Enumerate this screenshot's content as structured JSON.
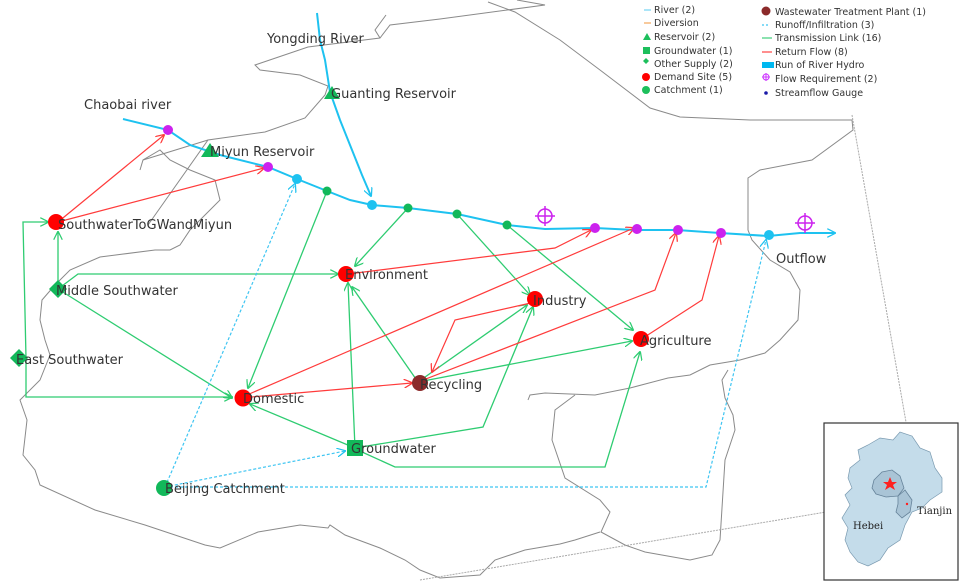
{
  "legend": {
    "column1": [
      {
        "label": "River (2)",
        "icon": "river-line",
        "color": "#5ad2f4"
      },
      {
        "label": "Diversion",
        "icon": "diversion-line",
        "color": "#f5b97a"
      },
      {
        "label": "Reservoir (2)",
        "icon": "triangle",
        "color": "#1dbf5c"
      },
      {
        "label": "Groundwater (1)",
        "icon": "square",
        "color": "#1dbf5c"
      },
      {
        "label": "Other Supply (2)",
        "icon": "diamond",
        "color": "#1dbf5c"
      },
      {
        "label": "Demand Site (5)",
        "icon": "circle",
        "color": "#ff0000"
      },
      {
        "label": "Catchment (1)",
        "icon": "circle",
        "color": "#1dbf5c"
      }
    ],
    "column2": [
      {
        "label": "Wastewater Treatment Plant (1)",
        "icon": "circle",
        "color": "#8b2a2a"
      },
      {
        "label": "Runoff/Infiltration (3)",
        "icon": "dashed-line",
        "color": "#3ec5f2"
      },
      {
        "label": "Transmission Link (16)",
        "icon": "line",
        "color": "#3fcf7a"
      },
      {
        "label": "Return Flow (8)",
        "icon": "line",
        "color": "#ff4444"
      },
      {
        "label": "Run of River Hydro",
        "icon": "rect",
        "color": "#00b8f0"
      },
      {
        "label": "Flow Requirement (2)",
        "icon": "crosshair",
        "color": "#cc33ff"
      },
      {
        "label": "Streamflow Gauge",
        "icon": "gauge",
        "color": "#1a1aa8"
      }
    ]
  },
  "rivers": [
    {
      "name": "Yongding River"
    },
    {
      "name": "Chaobai river"
    }
  ],
  "nodes": {
    "guanting": {
      "label": "Guanting Reservoir",
      "type": "reservoir"
    },
    "miyun": {
      "label": "Miyun Reservoir",
      "type": "reservoir"
    },
    "southwater_gw_miyun": {
      "label": "SouthwaterToGWandMiyun",
      "type": "demand"
    },
    "middle_southwater": {
      "label": "Middle Southwater",
      "type": "other-supply"
    },
    "east_southwater": {
      "label": "East Southwater",
      "type": "other-supply"
    },
    "environment": {
      "label": "Environment",
      "type": "demand"
    },
    "industry": {
      "label": "Industry",
      "type": "demand"
    },
    "agriculture": {
      "label": "Agriculture",
      "type": "demand"
    },
    "domestic": {
      "label": "Domestic",
      "type": "demand"
    },
    "recycling": {
      "label": "Recycling",
      "type": "wwtp"
    },
    "groundwater": {
      "label": "Groundwater",
      "type": "groundwater"
    },
    "catchment": {
      "label": "Beijing Catchment",
      "type": "catchment"
    },
    "outflow": {
      "label": "Outflow",
      "type": "river-node"
    }
  },
  "inset": {
    "labels": {
      "hebei": "Hebei",
      "tianjin": "Tianjin"
    },
    "colors": {
      "region": "#c4dcea",
      "beijing": "#a9c4d6",
      "star": "#ff2020"
    }
  },
  "colors": {
    "river": "#1ec2f0",
    "transmission": "#2ecc71",
    "return": "#ff3b3b",
    "runoff": "#3ec5f2",
    "demand": "#ff0000",
    "supply": "#12b85a",
    "wwtp": "#8b2a2a",
    "flowreq": "#cc22ee",
    "boundary": "#8a8a8a"
  }
}
